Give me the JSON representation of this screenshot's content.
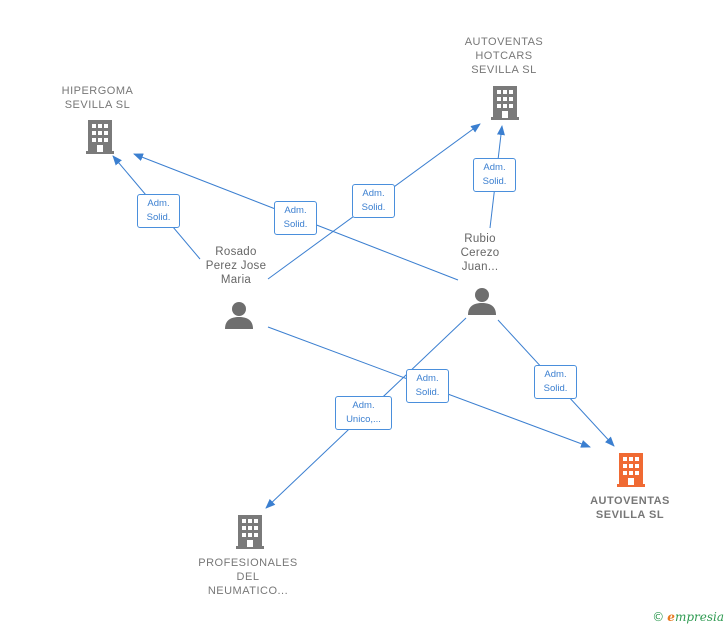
{
  "colors": {
    "edge": "#3b7fd0",
    "company": "#7a7a7a",
    "highlight": "#f06a33",
    "person": "#6e6e6e"
  },
  "nodes": {
    "hipergoma": {
      "label": "HIPERGOMA\nSEVILLA  SL",
      "icon": "building-icon"
    },
    "hotcars": {
      "label": "AUTOVENTAS\nHOTCARS\nSEVILLA  SL",
      "icon": "building-icon"
    },
    "rosado": {
      "label": "Rosado\nPerez Jose\nMaria",
      "icon": "person-icon"
    },
    "rubio": {
      "label": "Rubio\nCerezo\nJuan...",
      "icon": "person-icon"
    },
    "autoventas": {
      "label": "AUTOVENTAS\nSEVILLA  SL",
      "icon": "building-icon"
    },
    "profesionales": {
      "label": "PROFESIONALES\nDEL\nNEUMATICO...",
      "icon": "building-icon"
    }
  },
  "edges": [
    {
      "from": "rosado",
      "to": "hipergoma",
      "label": "Adm.\nSolid."
    },
    {
      "from": "rubio",
      "to": "hipergoma",
      "label": "Adm.\nSolid."
    },
    {
      "from": "rosado",
      "to": "hotcars",
      "label": "Adm.\nSolid."
    },
    {
      "from": "rubio",
      "to": "hotcars",
      "label": "Adm.\nSolid."
    },
    {
      "from": "rosado",
      "to": "autoventas",
      "label": "Adm.\nSolid."
    },
    {
      "from": "rubio",
      "to": "autoventas",
      "label": "Adm.\nSolid."
    },
    {
      "from": "rubio",
      "to": "profesionales",
      "label": "Adm.\nUnico,..."
    }
  ],
  "footer": {
    "copyright": "©",
    "brand_first": "e",
    "brand_rest": "mpresia"
  }
}
